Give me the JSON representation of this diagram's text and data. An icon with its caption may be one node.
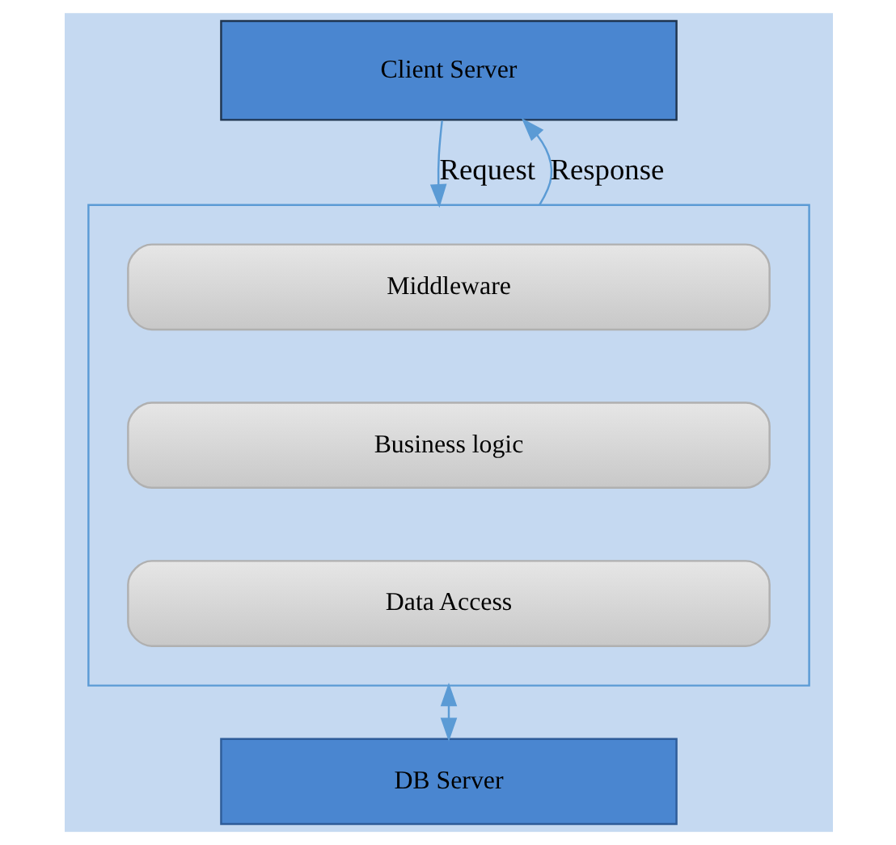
{
  "diagram": {
    "nodes": [
      {
        "text": [
          "Client Server"
        ]
      },
      {
        "text": [],
        "shape": "box"
      },
      {
        "text": [
          "Middleware"
        ],
        "in": 1
      },
      {
        "text": [
          "Business logic"
        ],
        "in": 1
      },
      {
        "text": [
          "Data Access"
        ],
        "in": 1
      },
      {
        "text": [
          "DB Server"
        ]
      }
    ],
    "edges": [
      {
        "from": 0,
        "to": 1,
        "arrow": "to",
        "label": "Request"
      },
      {
        "from": 1,
        "to": 0,
        "arrow": "to",
        "label": "Response"
      },
      {
        "from": 1,
        "to": 5,
        "arrow": "both"
      }
    ]
  }
}
